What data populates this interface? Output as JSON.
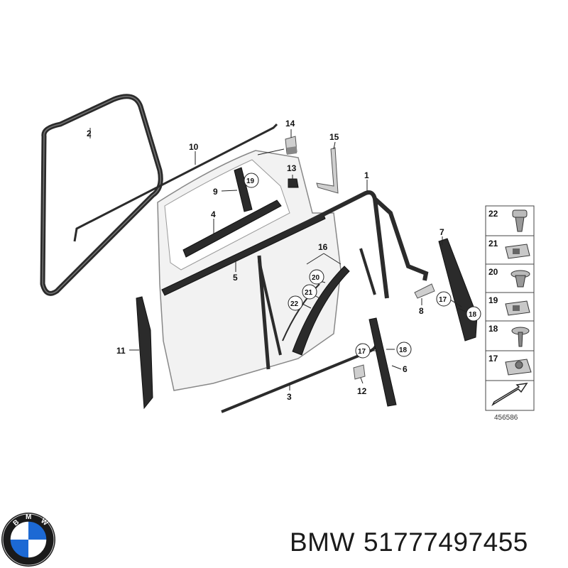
{
  "diagram": {
    "labels": {
      "p1": "1",
      "p2": "2",
      "p3": "3",
      "p4": "4",
      "p5": "5",
      "p6": "6",
      "p7": "7",
      "p8": "8",
      "p9": "9",
      "p10": "10",
      "p11": "11",
      "p12": "12",
      "p13": "13",
      "p14": "14",
      "p15": "15",
      "p16": "16",
      "c17a": "17",
      "c18a": "18",
      "c17b": "17",
      "c18b": "18",
      "c19": "19",
      "c20": "20",
      "c21": "21",
      "c22": "22"
    },
    "legend": {
      "items": [
        "22",
        "21",
        "20",
        "19",
        "18",
        "17"
      ]
    },
    "drawing_number": "456586"
  },
  "footer": {
    "brand": "BMW",
    "part_number": "51777497455",
    "logo_letters": "BMW"
  },
  "colors": {
    "part_dark": "#2b2b2b",
    "door_panel": "#f2f2f2",
    "bmw_blue": "#1c69d4"
  }
}
